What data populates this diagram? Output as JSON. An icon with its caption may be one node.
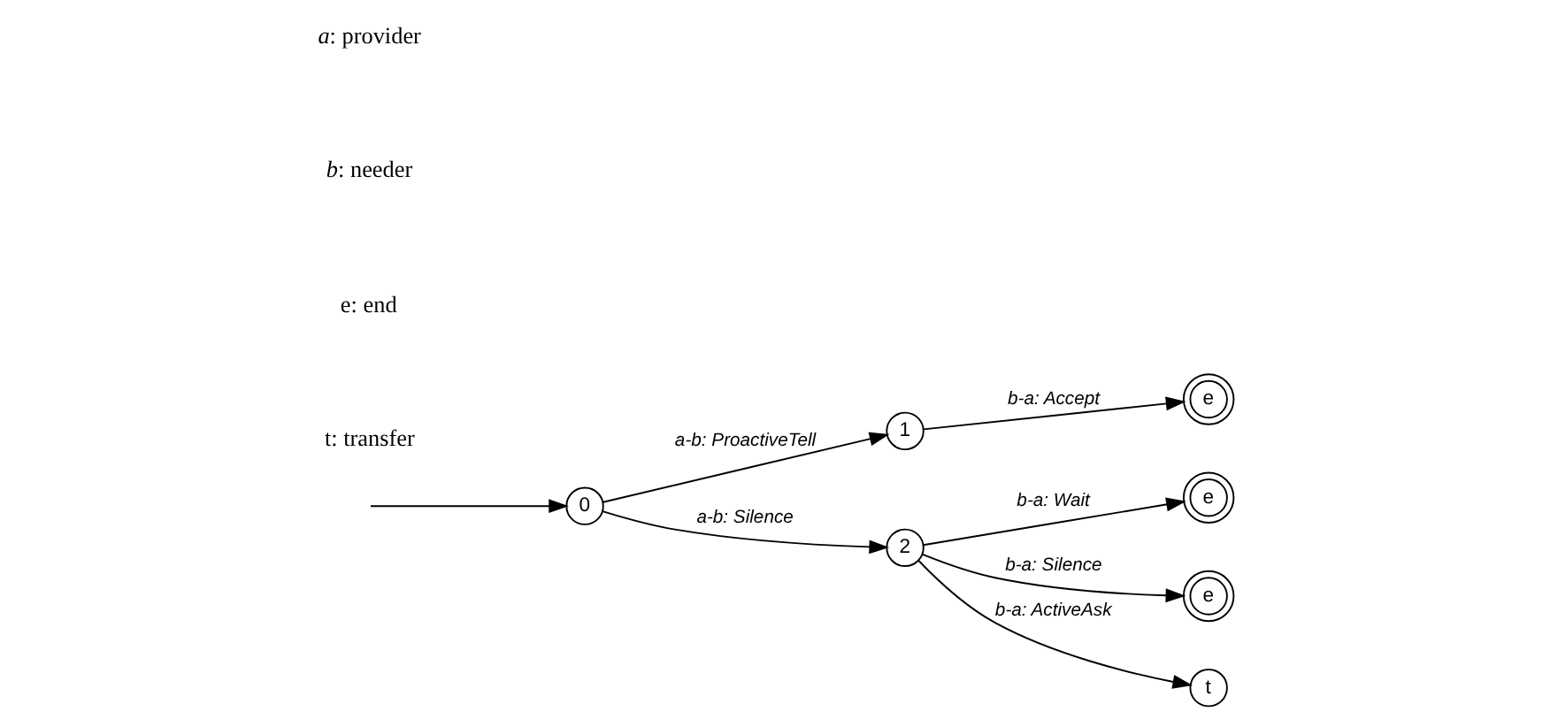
{
  "diagram": {
    "nodes": [
      {
        "text": [
          "0"
        ]
      },
      {
        "text": [
          "1"
        ]
      },
      {
        "text": [
          "e"
        ]
      },
      {
        "text": [
          "2"
        ]
      },
      {
        "text": [
          "e"
        ]
      },
      {
        "text": [
          "e"
        ]
      },
      {
        "text": [
          "t"
        ]
      }
    ],
    "edges": [
      {
        "from": null,
        "to": 0,
        "arrow": "to"
      },
      {
        "from": 0,
        "to": 1,
        "arrow": "to",
        "label": "a-b: ProactiveTell"
      },
      {
        "from": 1,
        "to": 2,
        "arrow": "to",
        "label": "b-a: Accept"
      },
      {
        "from": 0,
        "to": 3,
        "arrow": "to",
        "label": "a-b: Silence"
      },
      {
        "from": 3,
        "to": 4,
        "arrow": "to",
        "label": "b-a: Wait"
      },
      {
        "from": 3,
        "to": 5,
        "arrow": "to",
        "label": "b-a: Silence"
      },
      {
        "from": 3,
        "to": 6,
        "arrow": "to",
        "label": "b-a: ActiveAsk"
      }
    ],
    "labels": [
      "*a*: provider",
      "*b*: needer",
      "e: end",
      "t: transfer"
    ]
  }
}
